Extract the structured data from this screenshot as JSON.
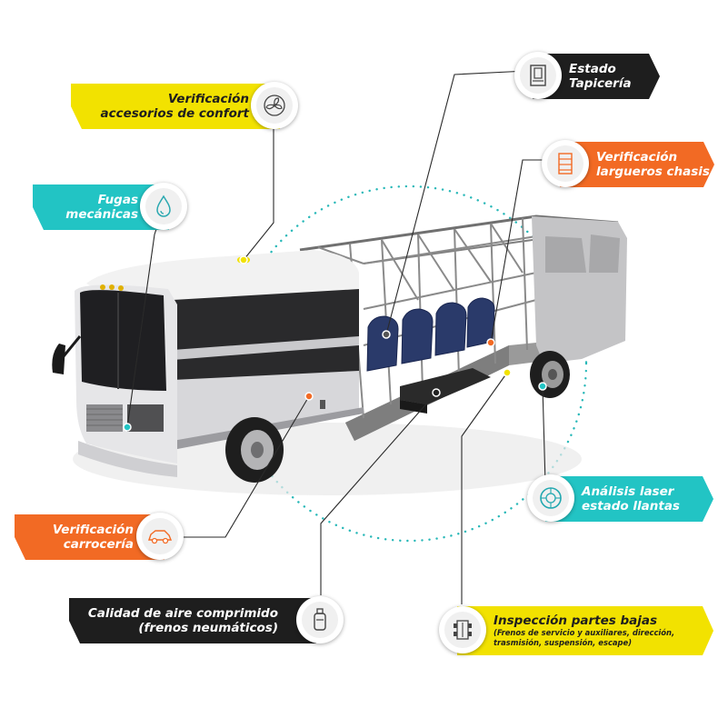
{
  "colors": {
    "yellow": "#f2e200",
    "teal": "#22c4c4",
    "orange": "#f26a24",
    "black": "#1e1e1e",
    "dots": "#28b8b8"
  },
  "callouts": {
    "confort": {
      "line1": "Verificación",
      "line2": "accesorios de confort",
      "icon": "fan-icon"
    },
    "fugas": {
      "line1": "Fugas",
      "line2": "mecánicas",
      "icon": "oil-drop-icon"
    },
    "carroceria": {
      "line1": "Verificación",
      "line2": "carrocería",
      "icon": "car-body-icon"
    },
    "aire": {
      "line1": "Calidad de aire comprimido",
      "line2": "(frenos neumáticos)",
      "icon": "air-tank-icon"
    },
    "tapiceria": {
      "line1": "Estado",
      "line2": "Tapicería",
      "icon": "seat-icon"
    },
    "largueros": {
      "line1": "Verificación",
      "line2": "largueros chasis",
      "icon": "chassis-icon"
    },
    "llantas": {
      "line1": "Análisis laser",
      "line2": "estado llantas",
      "icon": "tire-icon"
    },
    "bajas": {
      "line1": "Inspección partes bajas",
      "line2": "(Frenos de servicio y auxiliares, dirección,",
      "line3": "trasmisión, suspensión, escape)",
      "icon": "undercarriage-icon"
    }
  }
}
